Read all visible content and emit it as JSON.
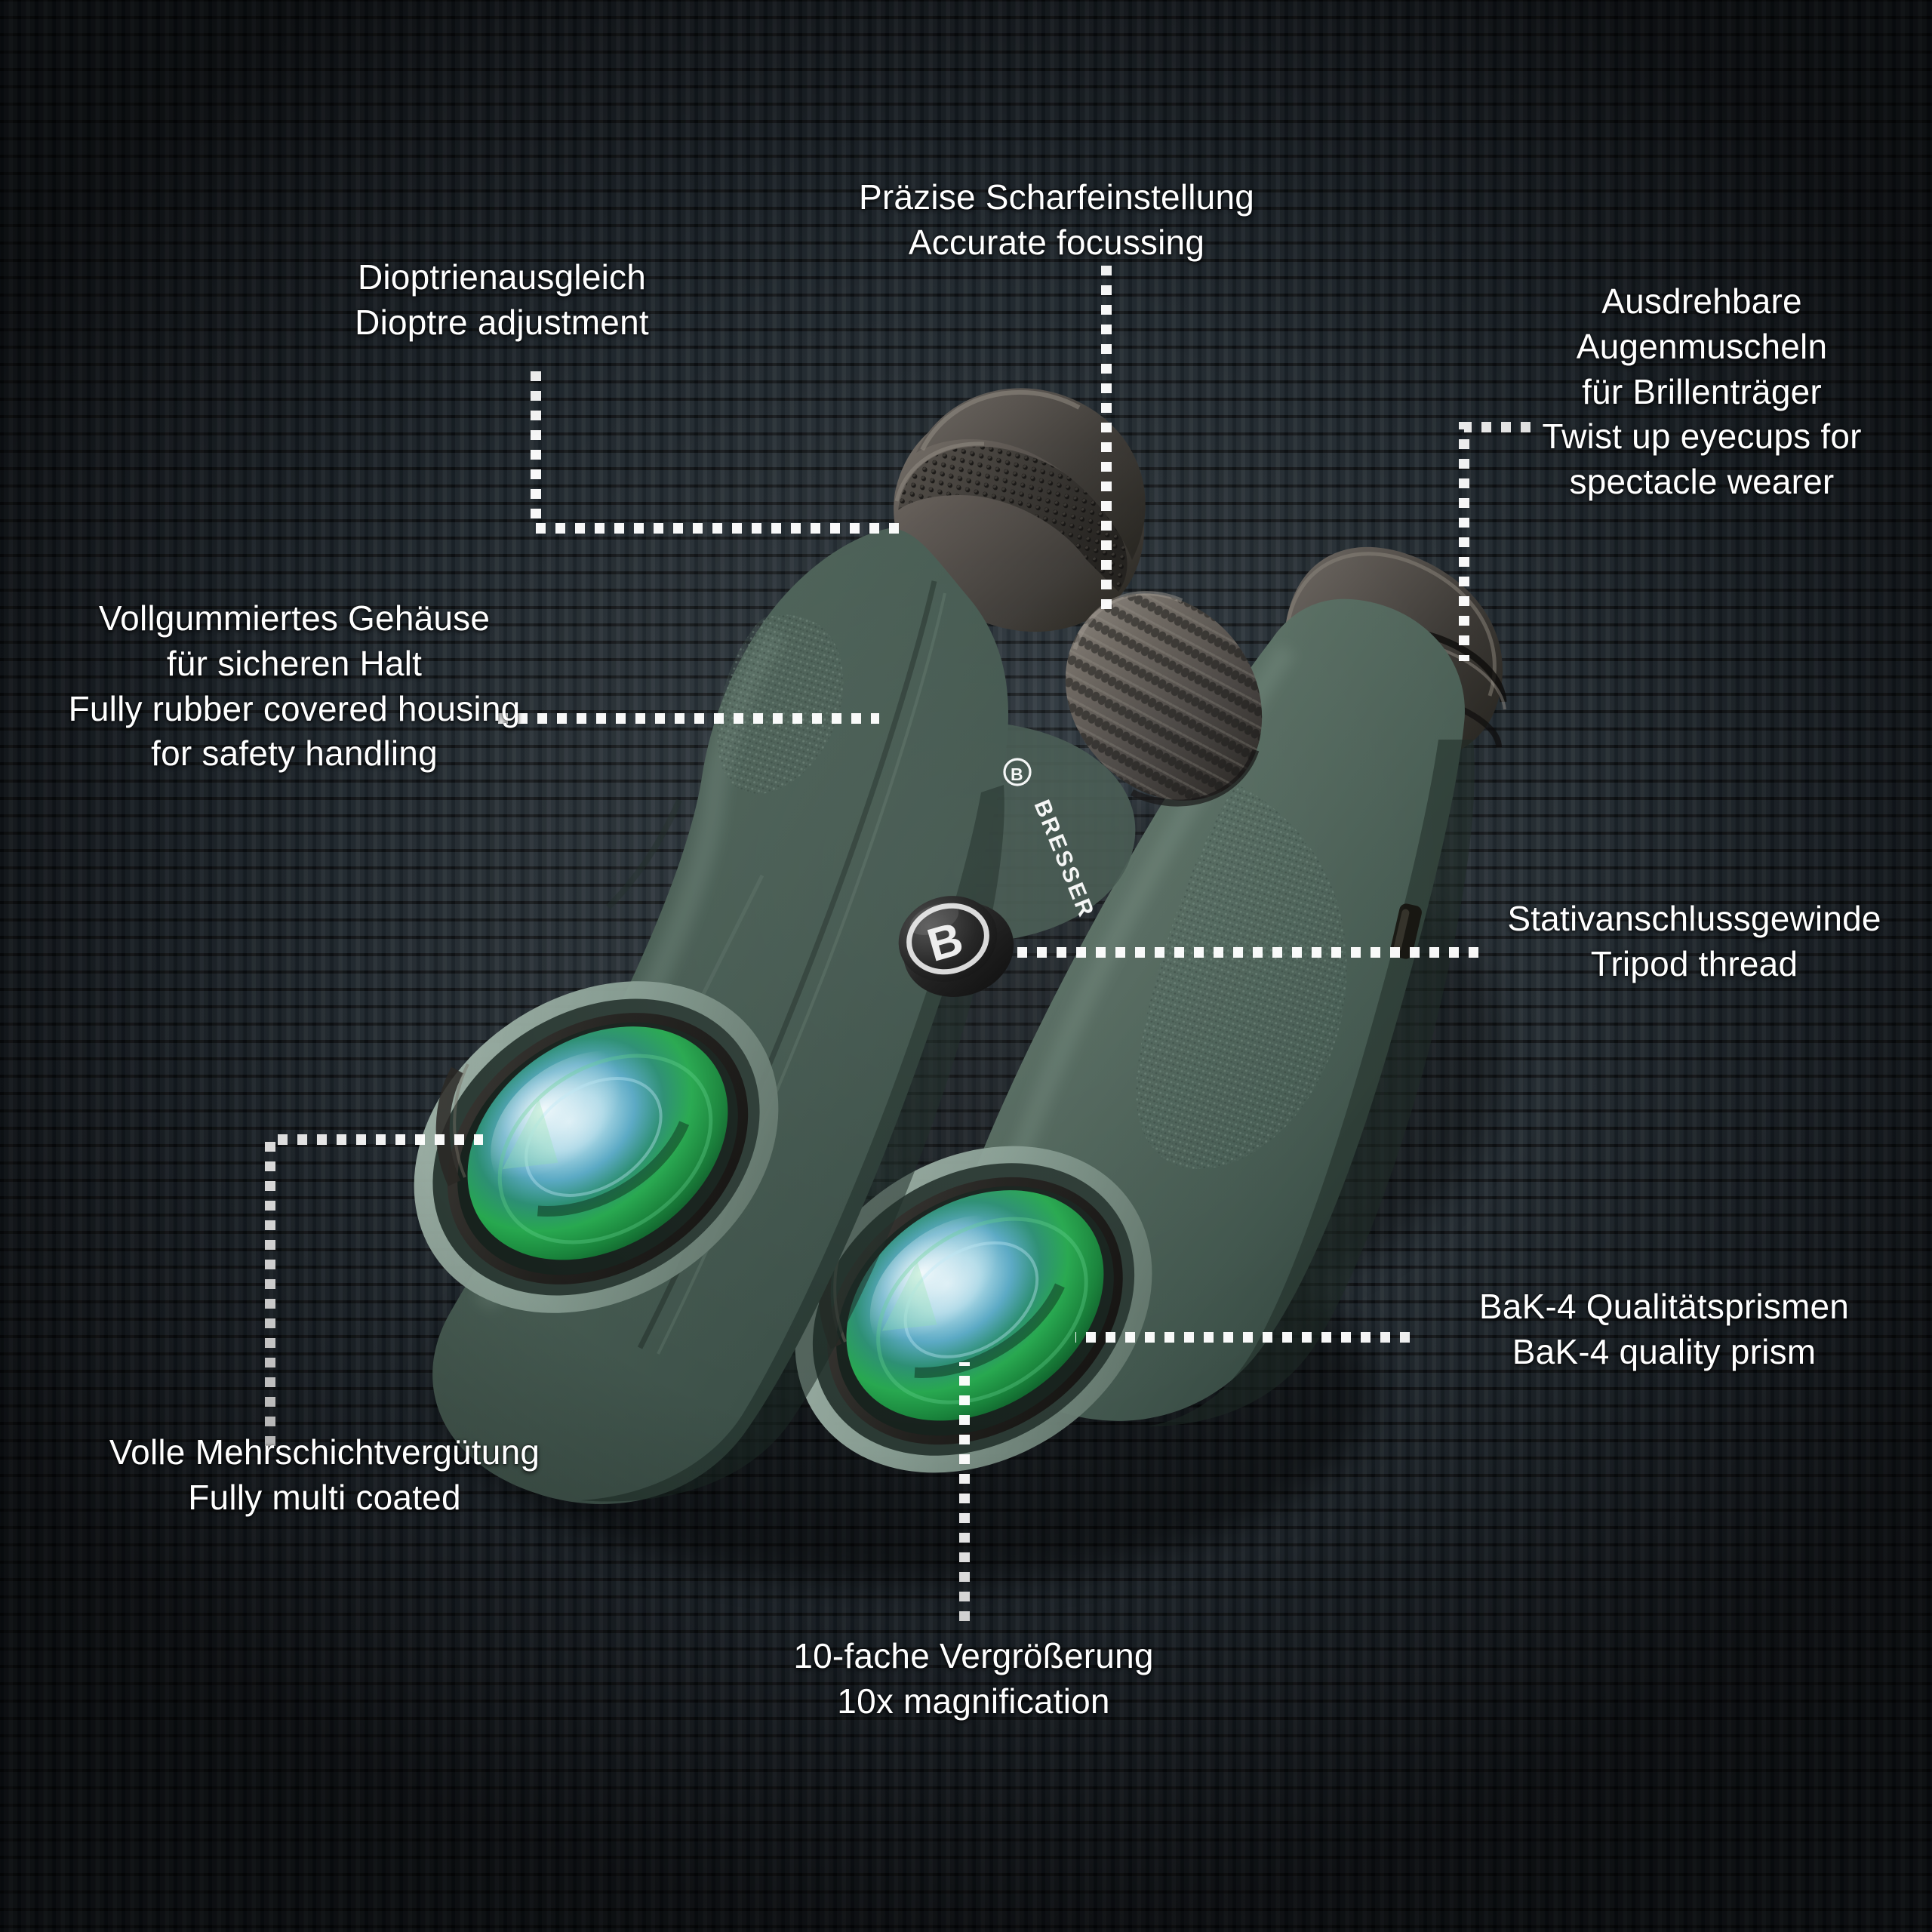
{
  "product": {
    "brand": "BRESSER",
    "logo_mark": "B",
    "body_color": "#4c6158",
    "accent_color": "#ffffff",
    "background_color": "#151c22",
    "lens_coating_colors": [
      "#1f8a3a",
      "#2fb35a",
      "#7fc9d8",
      "#b9d9e6"
    ]
  },
  "callouts": [
    {
      "id": "diopter",
      "name": "dioptre-adjustment",
      "de": "Dioptrienausgleich",
      "en": "Dioptre adjustment",
      "text": "Dioptrienausgleich\nDioptre adjustment"
    },
    {
      "id": "focus",
      "name": "accurate-focussing",
      "de": "Präzise Scharfeinstellung",
      "en": "Accurate focussing",
      "text": "Präzise Scharfeinstellung\nAccurate focussing"
    },
    {
      "id": "eyecups",
      "name": "twist-up-eyecups",
      "de": "Ausdrehbare Augenmuscheln für Brillenträger",
      "en": "Twist up eyecups for spectacle wearer",
      "text": "Ausdrehbare\nAugenmuscheln\nfür Brillenträger\nTwist up eyecups for\nspectacle wearer"
    },
    {
      "id": "housing",
      "name": "rubber-covered-housing",
      "de": "Vollgummiertes Gehäuse für sicheren Halt",
      "en": "Fully rubber covered housing for safety handling",
      "text": "Vollgummiertes Gehäuse\nfür sicheren Halt\nFully rubber covered housing\nfor safety handling"
    },
    {
      "id": "tripod",
      "name": "tripod-thread",
      "de": "Stativanschlussgewinde",
      "en": "Tripod thread",
      "text": "Stativanschlussgewinde\nTripod thread"
    },
    {
      "id": "bak4",
      "name": "bak4-quality-prism",
      "de": "BaK-4 Qualitätsprismen",
      "en": "BaK-4 quality prism",
      "text": "BaK-4 Qualitätsprismen\nBaK-4 quality prism"
    },
    {
      "id": "coated",
      "name": "fully-multi-coated",
      "de": "Volle Mehrschichtvergütung",
      "en": "Fully multi coated",
      "text": "Volle Mehrschichtvergütung\nFully multi coated"
    },
    {
      "id": "magnification",
      "name": "magnification",
      "de": "10-fache Vergrößerung",
      "en": "10x magnification",
      "value": "10x",
      "text": "10-fache Vergrößerung\n10x magnification"
    }
  ]
}
